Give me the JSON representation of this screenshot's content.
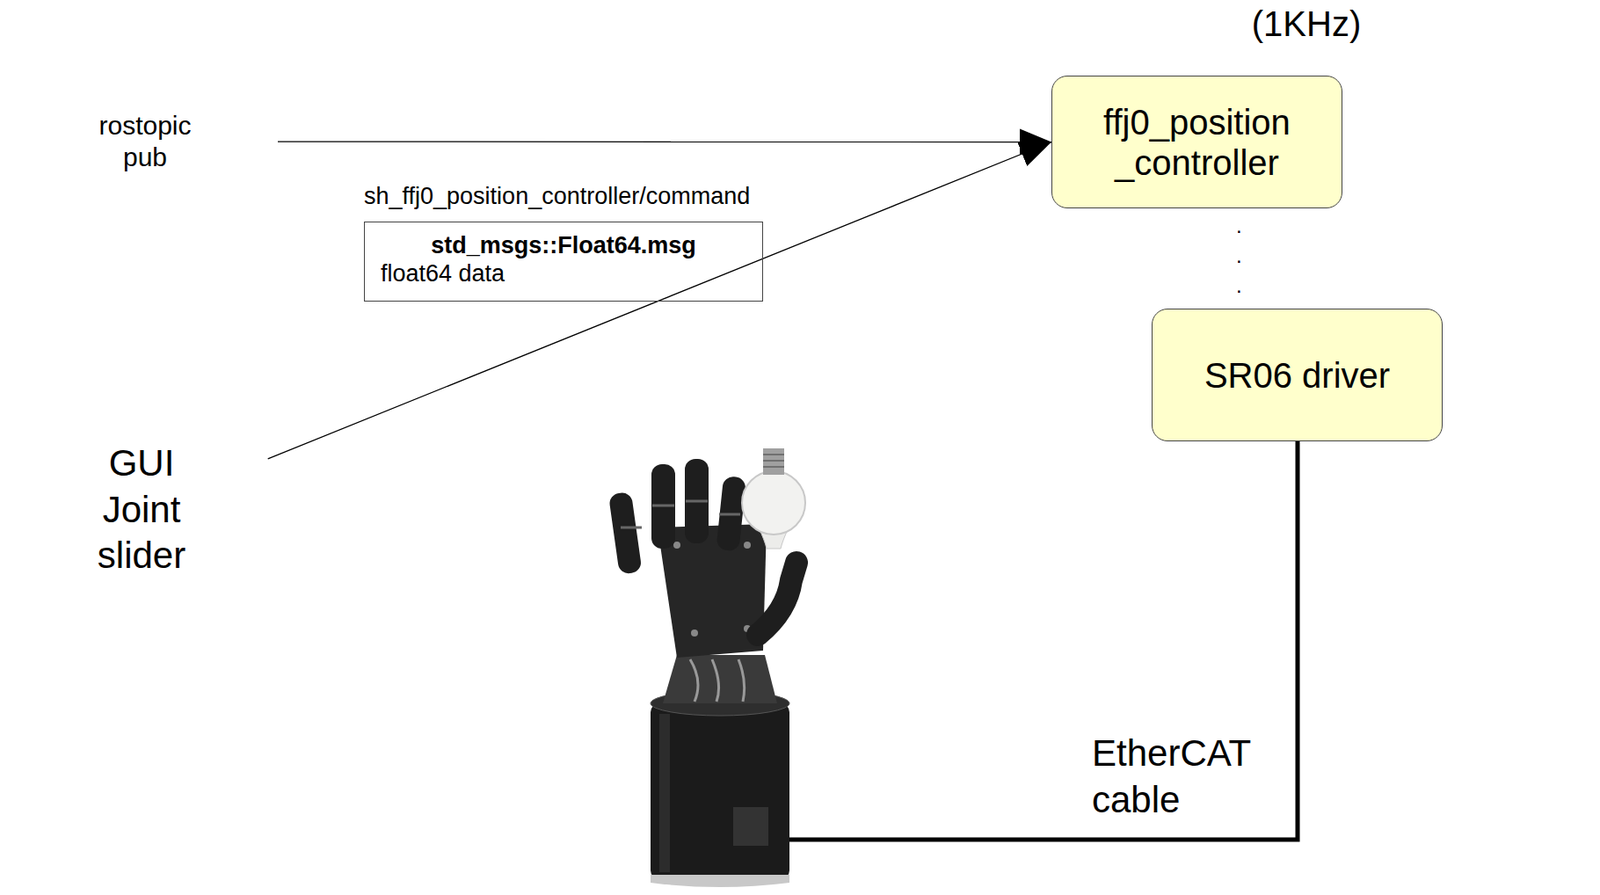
{
  "diagram": {
    "nodes": [
      {
        "text": [
          "rostopic pub"
        ]
      },
      {
        "text": [
          "(1KHz)"
        ]
      },
      {
        "text": [
          "ffj0_position _controller"
        ],
        "in": 1
      },
      {
        "text": [
          "SR06 driver"
        ],
        "in": 1
      },
      {
        "text": [
          "std_msgs::Float64.msg",
          "float64 data"
        ]
      },
      {
        "text": [
          "GUI Joint slider"
        ]
      }
    ],
    "edges": [
      {
        "from": 0,
        "to": 2,
        "arrow": "to",
        "label": "sh_ffj0_position_controller/command"
      },
      {
        "from": 5,
        "to": 2,
        "arrow": "to"
      }
    ],
    "labels": [
      ".",
      ".",
      ".",
      "EtherCAT cable"
    ]
  }
}
